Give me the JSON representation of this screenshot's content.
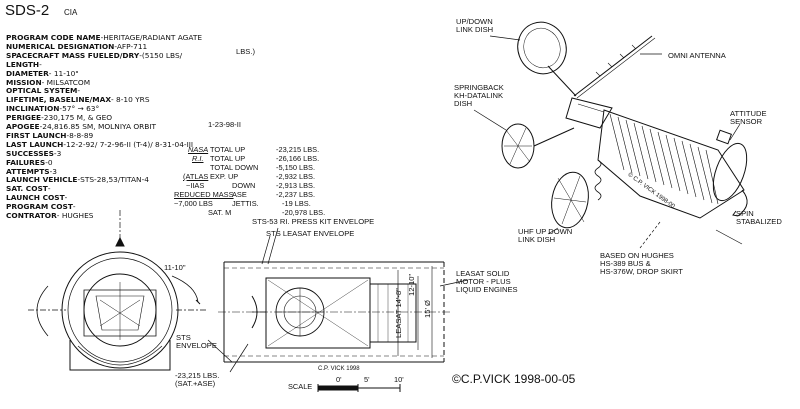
{
  "header": {
    "title": "SDS-2",
    "agency": "CIA"
  },
  "spec_lines": [
    {
      "key": "PROGRAM CODE NAME",
      "value": "-HERITAGE/RADIANT AGATE"
    },
    {
      "key": "NUMERICAL DESIGNATION",
      "value": "-AFP-711"
    },
    {
      "key": "SPACECRAFT MASS FUELED/DRY",
      "value": "-(5150 LBS/"
    },
    {
      "key": "LENGTH",
      "value": "-"
    },
    {
      "key": "DIAMETER",
      "value": "- 11-10\""
    },
    {
      "key": "MISSION",
      "value": "- MILSATCOM"
    },
    {
      "key": "OPTICAL SYSTEM",
      "value": "-"
    },
    {
      "key": "LIFETIME, BASELINE/MAX",
      "value": "- 8-10 YRS"
    },
    {
      "key": "INCLINATION",
      "value": "-57° → 63°"
    },
    {
      "key": "PERIGEE",
      "value": "-230,175 M, & GEO"
    },
    {
      "key": "APOGEE",
      "value": "-24,816.85 SM, MOLNIYA ORBIT"
    },
    {
      "key": "FIRST LAUNCH",
      "value": "-8-8-89"
    },
    {
      "key": "LAST LAUNCH",
      "value": "-12-2-92/ 7-2-96-II (T-4)/ 8-31-04-III"
    },
    {
      "key": "SUCCESSES",
      "value": "-3"
    },
    {
      "key": "FAILURES",
      "value": "-0"
    },
    {
      "key": "ATTEMPTS",
      "value": "-3"
    },
    {
      "key": "LAUNCH VEHICLE",
      "value": "-STS-28,53/TITAN-4"
    },
    {
      "key": "SAT. COST",
      "value": "-"
    },
    {
      "key": "LAUNCH COST",
      "value": "-"
    },
    {
      "key": "PROGRAM COST",
      "value": "-"
    },
    {
      "key": "CONTRATOR",
      "value": "- HUGHES"
    }
  ],
  "lbs_note": "LBS.)",
  "alt_launch_dates": "1-23-98-II",
  "mass_table": {
    "nasa": {
      "tag": "NASA",
      "label": "TOTAL UP",
      "value": "-23,215 LBS."
    },
    "ri": {
      "tag": "R.I.",
      "label": "TOTAL UP",
      "value": "-26,166 LBS."
    },
    "total_down": {
      "label": "TOTAL DOWN",
      "value": "-5,150 LBS."
    },
    "atlas": {
      "tag": "(ATLAS",
      "label": "EXP. UP",
      "value": "-2,932 LBS."
    },
    "iias": {
      "tag": "~IIAS",
      "label": "",
      "value": ""
    },
    "down": {
      "label": "DOWN",
      "value": "-2,913 LBS."
    },
    "reduced": {
      "tag": "REDUCED MASS",
      "label": "ASE",
      "value": "-2,237 LBS."
    },
    "jettis": {
      "tag": "~7,000 LBS",
      "label": "JETTIS.",
      "value": "-19 LBS."
    },
    "sat_m": {
      "tag": "SAT. M",
      "label": "",
      "value": "-20,978 LBS."
    }
  },
  "callouts": {
    "uplink": "UP/DOWN\nLINK DISH",
    "omni": "OMNI ANTENNA",
    "springback": "SPRINGBACK\nKH-DATALINK\nDISH",
    "attitude": "ATTITUDE\nSENSOR",
    "uhf": "UHF UP DOWN\nLINK DISH",
    "based_on": "BASED ON HUGHES\nHS-389 BUS &\nHS-376W, DROP SKIRT",
    "spin": "SPIN\nSTABALIZED",
    "presskit": "STS-53 RI. PRESS KIT ENVELOPE",
    "leasat_env": "STS LEASAT ENVELOPE",
    "leasat_solid": "LEASAT SOLID\nMOTOR - PLUS\nLIQUID ENGINES",
    "sts_env": "STS\nENVELOPE",
    "sat_ase": "-23,215 LBS.\n(SAT.+ASE)",
    "dim_angle": "11-10\"",
    "dim_dia": "12-10\"",
    "dim_leasat": "LEASAT 14'-8\"",
    "dim_15": "15' Ø",
    "cpvick_small": "C.P. VICK 1998",
    "cpvick_side": "© C.P. VICK 1998-00"
  },
  "scale": {
    "label": "SCALE",
    "ticks": [
      "0'",
      "5'",
      "10'"
    ]
  },
  "credit": "©C.P.VICK 1998-00-05"
}
